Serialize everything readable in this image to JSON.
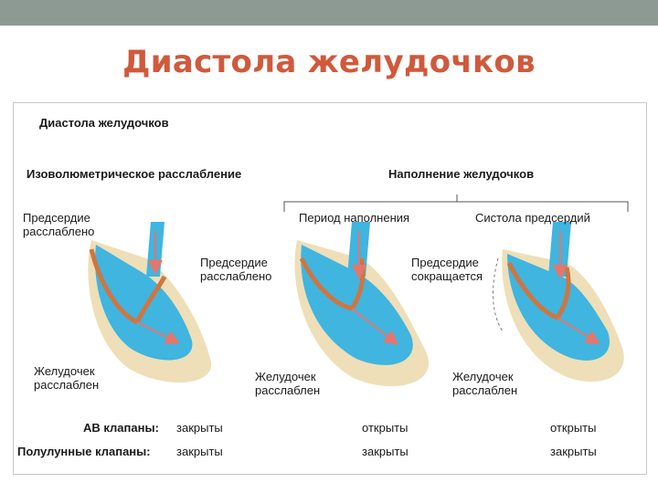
{
  "slide": {
    "title": "Диастола желудочков"
  },
  "figure": {
    "heading": "Диастола желудочков",
    "phase_left": "Изоволюметрическое расслабление",
    "phase_right": "Наполнение желудочков",
    "subphase_1": "Период наполнения",
    "subphase_2": "Систола предсердий",
    "hearts": [
      {
        "atrium": "Предсердие\nрасслаблено",
        "ventricle": "Желудочек\nрасслаблен"
      },
      {
        "atrium": "Предсердие\nрасслаблено",
        "ventricle": "Желудочек\nрасслаблен"
      },
      {
        "atrium": "Предсердие\nсокращается",
        "ventricle": "Желудочек\nрасслаблен"
      }
    ],
    "av_valves": {
      "label": "АВ клапаны:",
      "values": [
        "закрыты",
        "открыты",
        "открыты"
      ]
    },
    "semilunar_valves": {
      "label": "Полулунные клапаны:",
      "values": [
        "закрыты",
        "закрыты",
        "закрыты"
      ]
    }
  },
  "colors": {
    "top_bar": "#8d9a93",
    "title": "#d0593b",
    "blood": "#3fb5e0",
    "wall": "#eedfb8",
    "arrow": "#e8756a"
  }
}
